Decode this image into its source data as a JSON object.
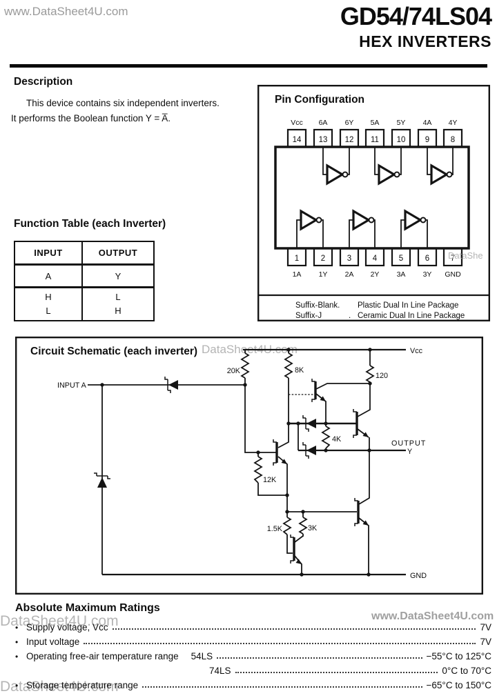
{
  "header": {
    "watermark": "www.DataSheet4U.com",
    "title": "GD54/74LS04",
    "subtitle": "HEX INVERTERS"
  },
  "description": {
    "heading": "Description",
    "line1": "This device contains six independent inverters.",
    "line2": "It performs the Boolean function Y = A̅."
  },
  "pin_config": {
    "heading": "Pin Configuration",
    "watermark": "DataShe",
    "top_pins": [
      {
        "n": "14",
        "l": "Vcc"
      },
      {
        "n": "13",
        "l": "6A"
      },
      {
        "n": "12",
        "l": "6Y"
      },
      {
        "n": "11",
        "l": "5A"
      },
      {
        "n": "10",
        "l": "5Y"
      },
      {
        "n": "9",
        "l": "4A"
      },
      {
        "n": "8",
        "l": "4Y"
      }
    ],
    "bottom_pins": [
      {
        "n": "1",
        "l": "1A"
      },
      {
        "n": "2",
        "l": "1Y"
      },
      {
        "n": "3",
        "l": "2A"
      },
      {
        "n": "4",
        "l": "2Y"
      },
      {
        "n": "5",
        "l": "3A"
      },
      {
        "n": "6",
        "l": "3Y"
      },
      {
        "n": "7",
        "l": "GND"
      }
    ],
    "suffix": [
      {
        "k": "Suffix-Blank.",
        "dot": "",
        "v": "Plastic Dual In Line Package"
      },
      {
        "k": "Suffix-J",
        "dot": ".",
        "v": "Ceramic Dual In Line Package"
      }
    ]
  },
  "function_table": {
    "heading": "Function Table (each Inverter)",
    "col_input": "INPUT",
    "col_output": "OUTPUT",
    "var_input": "A",
    "var_output": "Y",
    "rows": [
      {
        "input": "H",
        "output": "L"
      },
      {
        "input": "L",
        "output": "H"
      }
    ]
  },
  "circuit": {
    "heading": "Circuit Schematic (each inverter)",
    "watermark": "DataSheet4U.com",
    "labels": {
      "input": "INPUT A",
      "vcc": "Vcc",
      "gnd": "GND",
      "output1": "OUTPUT",
      "output2": "Y"
    },
    "resistors": {
      "r20k": "20K",
      "r8k": "8K",
      "r120": "120",
      "r4k": "4K",
      "r12k": "12K",
      "r1_5k": "1.5K",
      "r3k": "3K"
    }
  },
  "ratings": {
    "heading": "Absolute Maximum Ratings",
    "watermark_left": "DataSheet4U.com",
    "watermark_right": "www.DataSheet4U.com",
    "watermark_bottom": "DataSheet4U.com",
    "rows": [
      {
        "bullet": "•",
        "label": "Supply voltage, Vcc",
        "sub": "",
        "value": "7V"
      },
      {
        "bullet": "•",
        "label": "Input voltage",
        "sub": "",
        "value": "7V"
      },
      {
        "bullet": "•",
        "label": "Operating free-air temperature range",
        "sub": "54LS",
        "value": "−55°C to 125°C"
      },
      {
        "bullet": "",
        "label": "",
        "sub": "74LS",
        "value": "0°C to 70°C"
      },
      {
        "bullet": "•",
        "label": "Storage temperature range",
        "sub": "",
        "value": "−65°C to 150°C"
      }
    ]
  }
}
